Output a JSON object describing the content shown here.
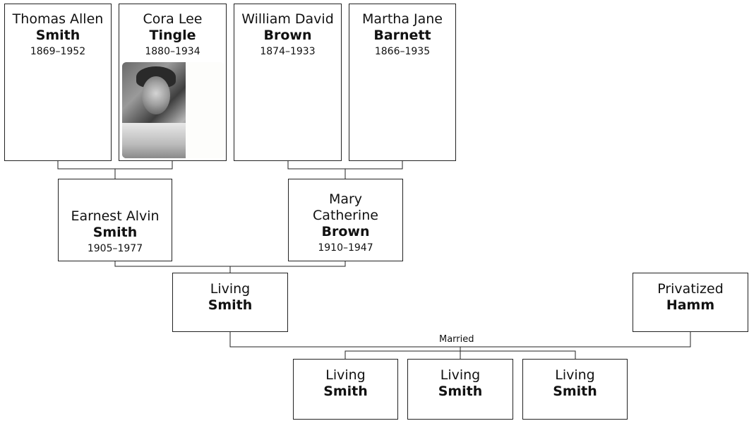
{
  "people": {
    "thomas": {
      "given": "Thomas Allen",
      "surname": "Smith",
      "dates": "1869–1952"
    },
    "cora": {
      "given": "Cora Lee",
      "surname": "Tingle",
      "dates": "1880–1934"
    },
    "william": {
      "given": "William David",
      "surname": "Brown",
      "dates": "1874–1933"
    },
    "martha": {
      "given": "Martha Jane",
      "surname": "Barnett",
      "dates": "1866–1935"
    },
    "earnest": {
      "given": "Earnest Alvin",
      "surname": "Smith",
      "dates": "1905–1977"
    },
    "mary": {
      "given": "Mary Catherine",
      "surname": "Brown",
      "dates": "1910–1947"
    },
    "living_smith": {
      "given": "Living",
      "surname": "Smith"
    },
    "hamm": {
      "given": "Privatized",
      "surname": "Hamm"
    },
    "child1": {
      "given": "Living",
      "surname": "Smith"
    },
    "child2": {
      "given": "Living",
      "surname": "Smith"
    },
    "child3": {
      "given": "Living",
      "surname": "Smith"
    }
  },
  "labels": {
    "married": "Married"
  },
  "colors": {
    "line": "#222222",
    "box_border": "#222222",
    "background": "#ffffff"
  }
}
